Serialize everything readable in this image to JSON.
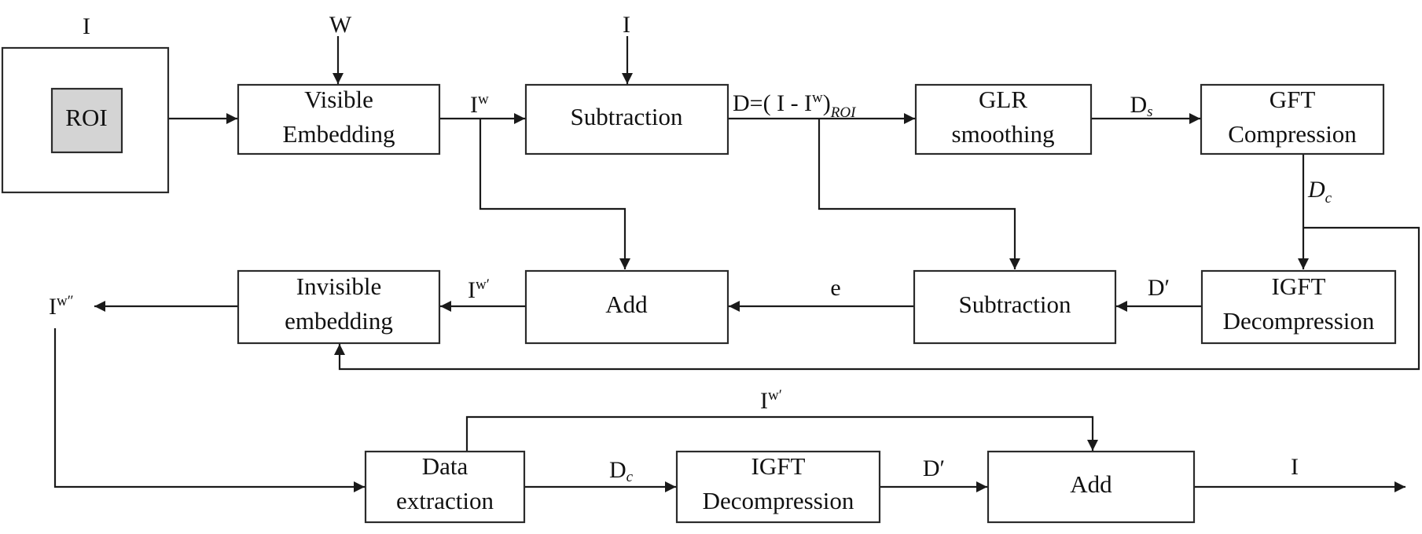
{
  "blocks": {
    "input_image": {
      "label": "I",
      "roi": "ROI"
    },
    "visible_embedding": {
      "line1": "Visible",
      "line2": "Embedding"
    },
    "subtraction_top": {
      "line1": "Subtraction"
    },
    "glr_smoothing": {
      "line1": "GLR",
      "line2": "smoothing"
    },
    "gft_compression": {
      "line1": "GFT",
      "line2": "Compression"
    },
    "invisible_embedding": {
      "line1": "Invisible",
      "line2": "embedding"
    },
    "add_mid": {
      "line1": "Add"
    },
    "subtraction_mid": {
      "line1": "Subtraction"
    },
    "igft_decompression_mid": {
      "line1": "IGFT",
      "line2": "Decompression"
    },
    "data_extraction": {
      "line1": "Data",
      "line2": "extraction"
    },
    "igft_decompression_bottom": {
      "line1": "IGFT",
      "line2": "Decompression"
    },
    "add_bottom": {
      "line1": "Add"
    }
  },
  "signals": {
    "w_input": "W",
    "i_input": "I",
    "iw": {
      "base": "I",
      "sup": "w"
    },
    "d_eq": {
      "lhs": "D=( I - I",
      "sup": "w",
      "rhs": ")",
      "sub": "ROI"
    },
    "ds": {
      "base": "D",
      "sub": "s"
    },
    "dc": {
      "base": "D",
      "sub": "c"
    },
    "d_prime": "D′",
    "e": "e",
    "iw_prime": {
      "base": "I",
      "sup": "w′"
    },
    "iw_dprime": {
      "base": "I",
      "sup": "w″"
    },
    "dc_bottom": {
      "base": "D",
      "sub": "c"
    },
    "d_prime_bottom": "D′",
    "iw_prime_bottom": {
      "base": "I",
      "sup": "w′"
    },
    "i_output": "I"
  }
}
